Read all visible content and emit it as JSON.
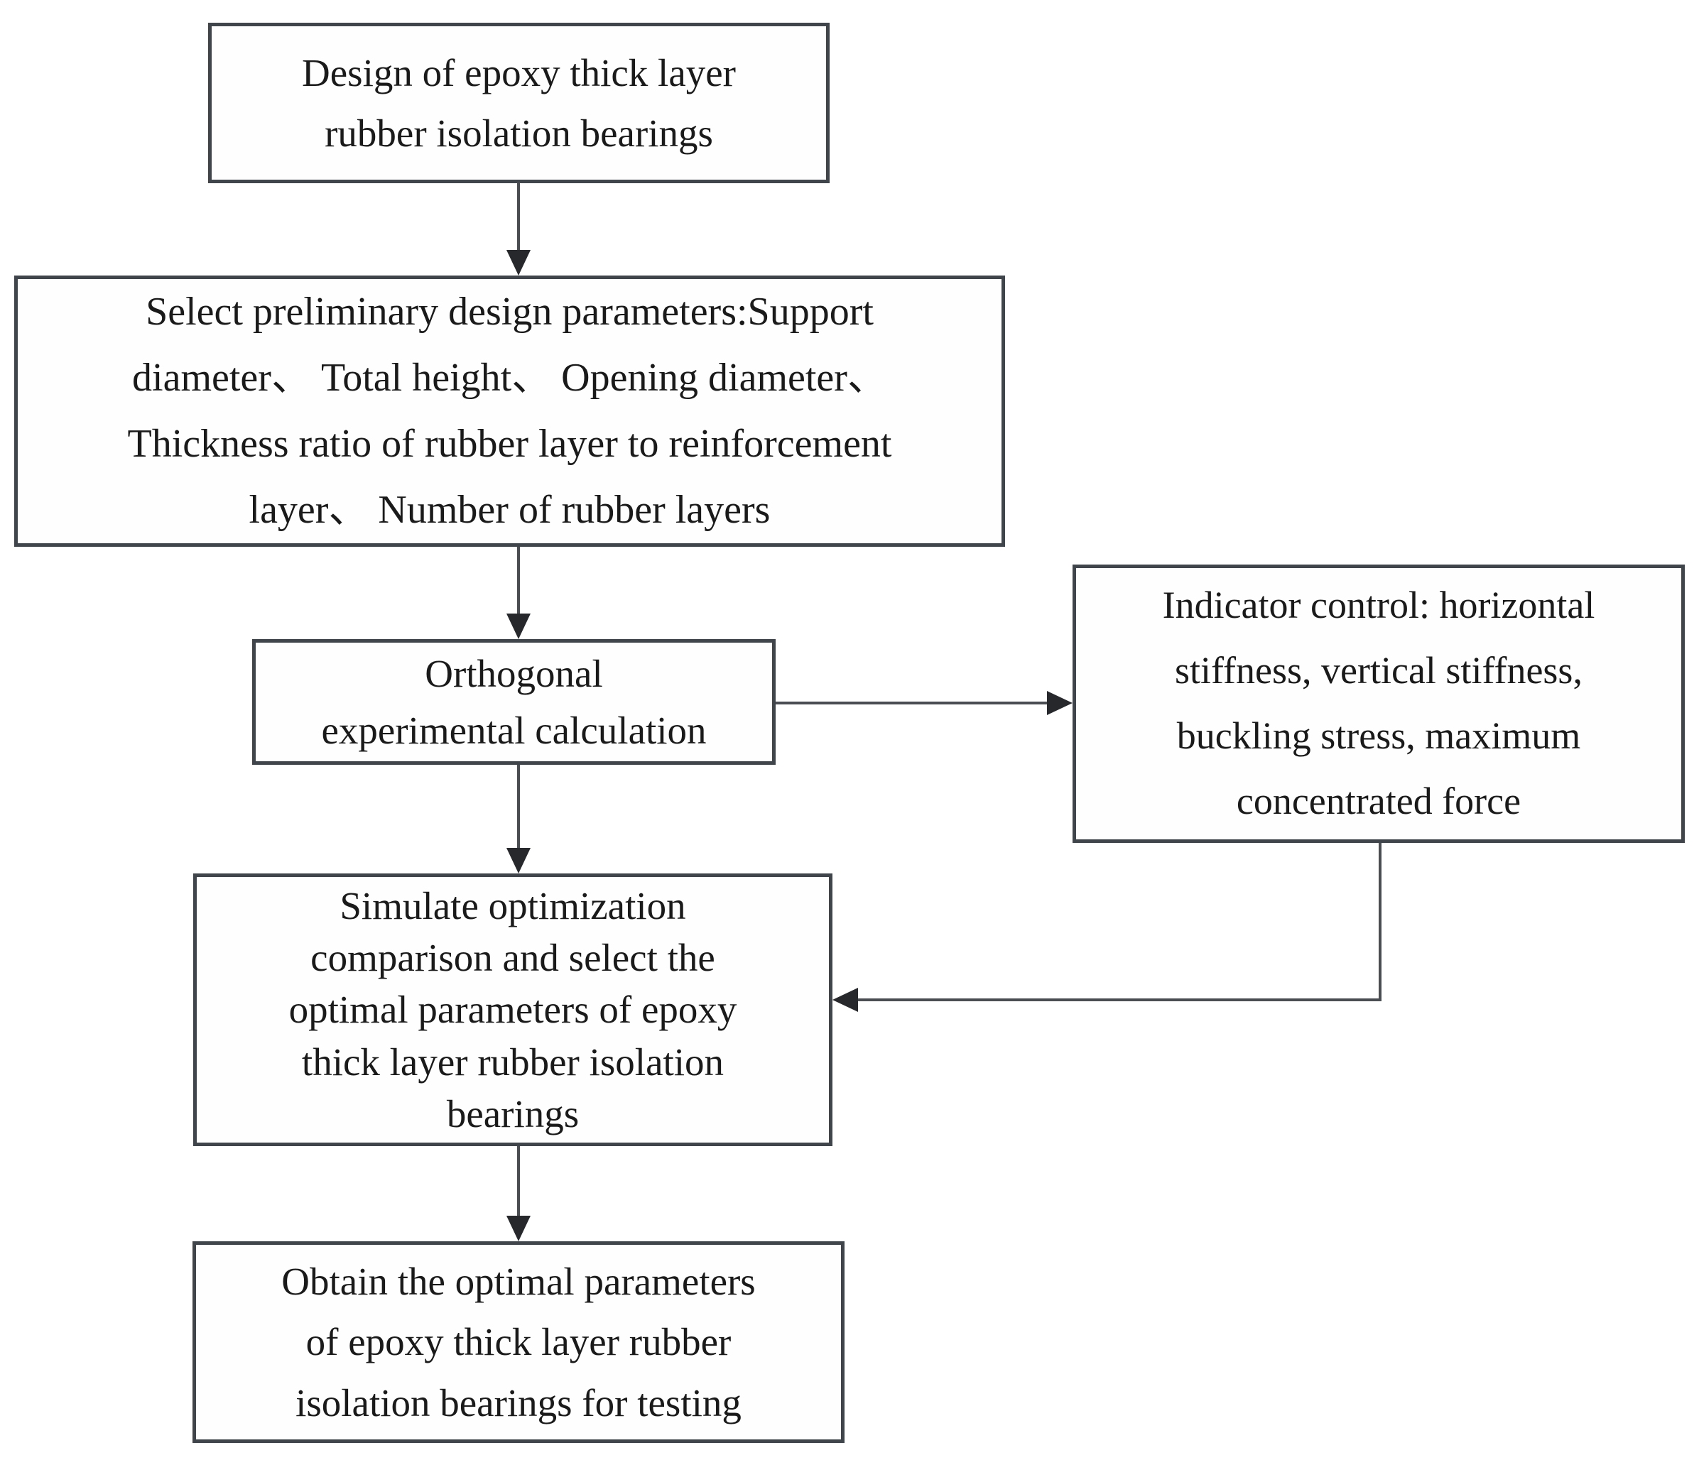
{
  "diagram": {
    "type": "flowchart",
    "background_color": "#ffffff",
    "box_border_color": "#3f454b",
    "line_color": "#4a4e53",
    "text_color": "#1a1a1a",
    "nodes": {
      "design": {
        "label": "Design of epoxy thick layer\nrubber isolation bearings"
      },
      "select": {
        "label": "Select preliminary design parameters:Support\ndiameter、 Total height、 Opening diameter、\nThickness ratio of rubber layer to reinforcement\nlayer、 Number of rubber layers"
      },
      "orthogonal": {
        "label": "Orthogonal\nexperimental calculation"
      },
      "indicator": {
        "label": "Indicator control: horizontal\nstiffness, vertical stiffness,\nbuckling stress, maximum\nconcentrated force"
      },
      "simulate": {
        "label": "Simulate optimization\ncomparison and select the\noptimal parameters of epoxy\nthick layer rubber isolation\nbearings"
      },
      "obtain": {
        "label": "Obtain the optimal parameters\nof epoxy thick layer rubber\nisolation bearings for testing"
      }
    },
    "edges": [
      {
        "from": "design",
        "to": "select",
        "type": "straight-arrow",
        "direction": "down"
      },
      {
        "from": "select",
        "to": "orthogonal",
        "type": "straight-arrow",
        "direction": "down"
      },
      {
        "from": "orthogonal",
        "to": "indicator",
        "type": "straight-arrow",
        "direction": "right"
      },
      {
        "from": "orthogonal",
        "to": "simulate",
        "type": "straight-arrow",
        "direction": "down"
      },
      {
        "from": "indicator",
        "to": "simulate",
        "type": "elbow-arrow",
        "direction": "down-then-left"
      },
      {
        "from": "simulate",
        "to": "obtain",
        "type": "straight-arrow",
        "direction": "down"
      }
    ]
  }
}
